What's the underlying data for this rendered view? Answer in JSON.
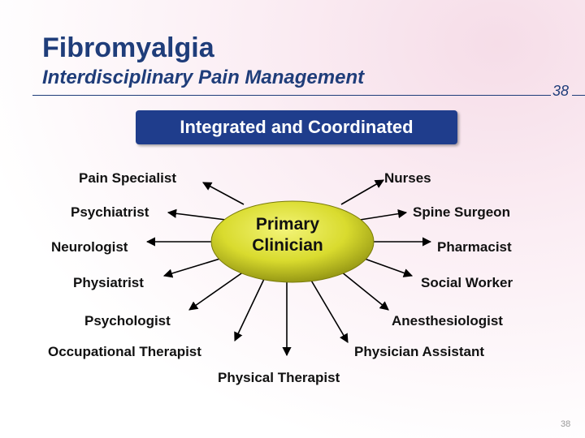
{
  "slide": {
    "title": "Fibromyalgia",
    "subtitle": "Interdisciplinary Pain Management",
    "number": "38",
    "corner_number": "38"
  },
  "banner": {
    "text": "Integrated and Coordinated"
  },
  "center": {
    "line1": "Primary",
    "line2": "Clinician"
  },
  "disciplines": {
    "pain_specialist": "Pain Specialist",
    "nurses": "Nurses",
    "psychiatrist": "Psychiatrist",
    "spine_surgeon": "Spine Surgeon",
    "neurologist": "Neurologist",
    "pharmacist": "Pharmacist",
    "physiatrist": "Physiatrist",
    "social_worker": "Social Worker",
    "psychologist": "Psychologist",
    "anesthesiologist": "Anesthesiologist",
    "occupational_therapist": "Occupational Therapist",
    "physician_assistant": "Physician Assistant",
    "physical_therapist": "Physical Therapist"
  },
  "colors": {
    "title": "#1f3d7a",
    "banner": "#1f3d8c",
    "ellipse_center": "#e6e84a",
    "ellipse_edge": "#8a8c10"
  }
}
